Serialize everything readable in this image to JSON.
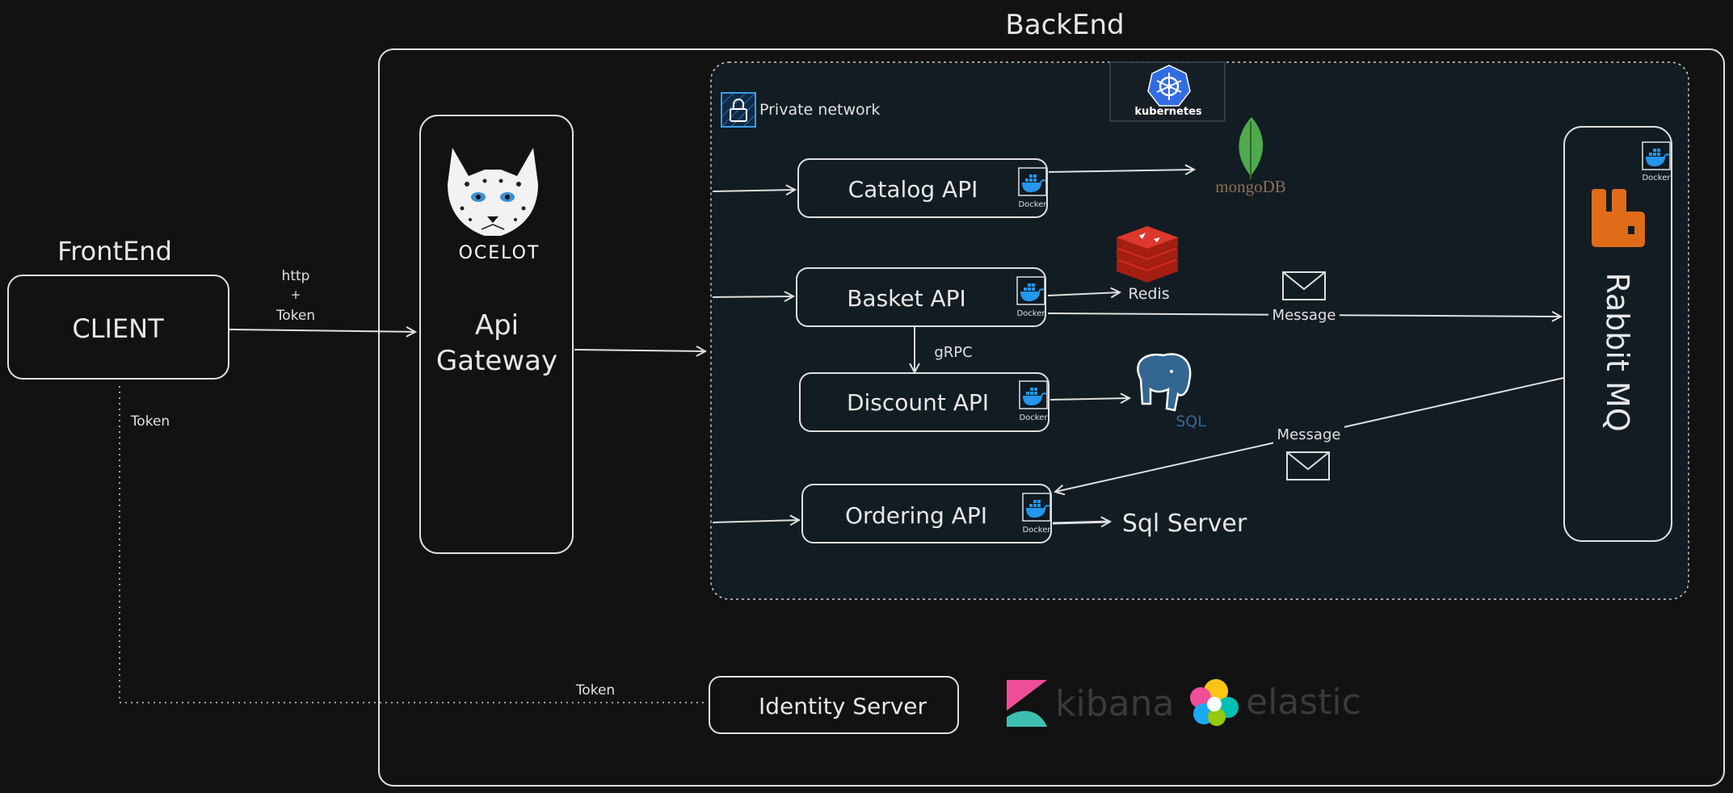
{
  "titles": {
    "backend": "BackEnd",
    "frontend": "FrontEnd"
  },
  "client": {
    "label": "CLIENT",
    "request_label_line1": "http",
    "request_label_line2": "+",
    "request_label_line3": "Token",
    "token_label": "Token"
  },
  "gateway": {
    "logo_text": "OCELOT",
    "label_line1": "Api",
    "label_line2": "Gateway"
  },
  "private_network": {
    "label": "Private network",
    "kubernetes_label": "kubernetes"
  },
  "services": {
    "catalog": "Catalog API",
    "basket": "Basket API",
    "discount": "Discount API",
    "ordering": "Ordering API",
    "docker_label": "Docker",
    "grpc_label": "gRPC"
  },
  "datastores": {
    "mongo_prefix": "mongo",
    "mongo_suffix": "DB",
    "redis": "Redis",
    "postgres_suffix": "SQL",
    "sqlserver": "Sql Server"
  },
  "messaging": {
    "rabbit_label": "Rabbit MQ",
    "message_out": "Message",
    "message_in": "Message"
  },
  "identity": {
    "label": "Identity Server",
    "token_label": "Token"
  },
  "logos": {
    "kibana": "kibana",
    "elastic": "elastic"
  },
  "colors": {
    "background": "#121212",
    "network_fill": "#121c23",
    "stroke": "#e0e0e0",
    "docker_blue": "#2496ed",
    "kubernetes_blue": "#326ce5",
    "mongo_green": "#4fa94d",
    "redis_red": "#d82c20",
    "postgres_blue": "#336791",
    "rabbit_orange": "#e06c1a",
    "kibana_pink": "#f04e98",
    "kibana_teal": "#3ebeb0"
  }
}
